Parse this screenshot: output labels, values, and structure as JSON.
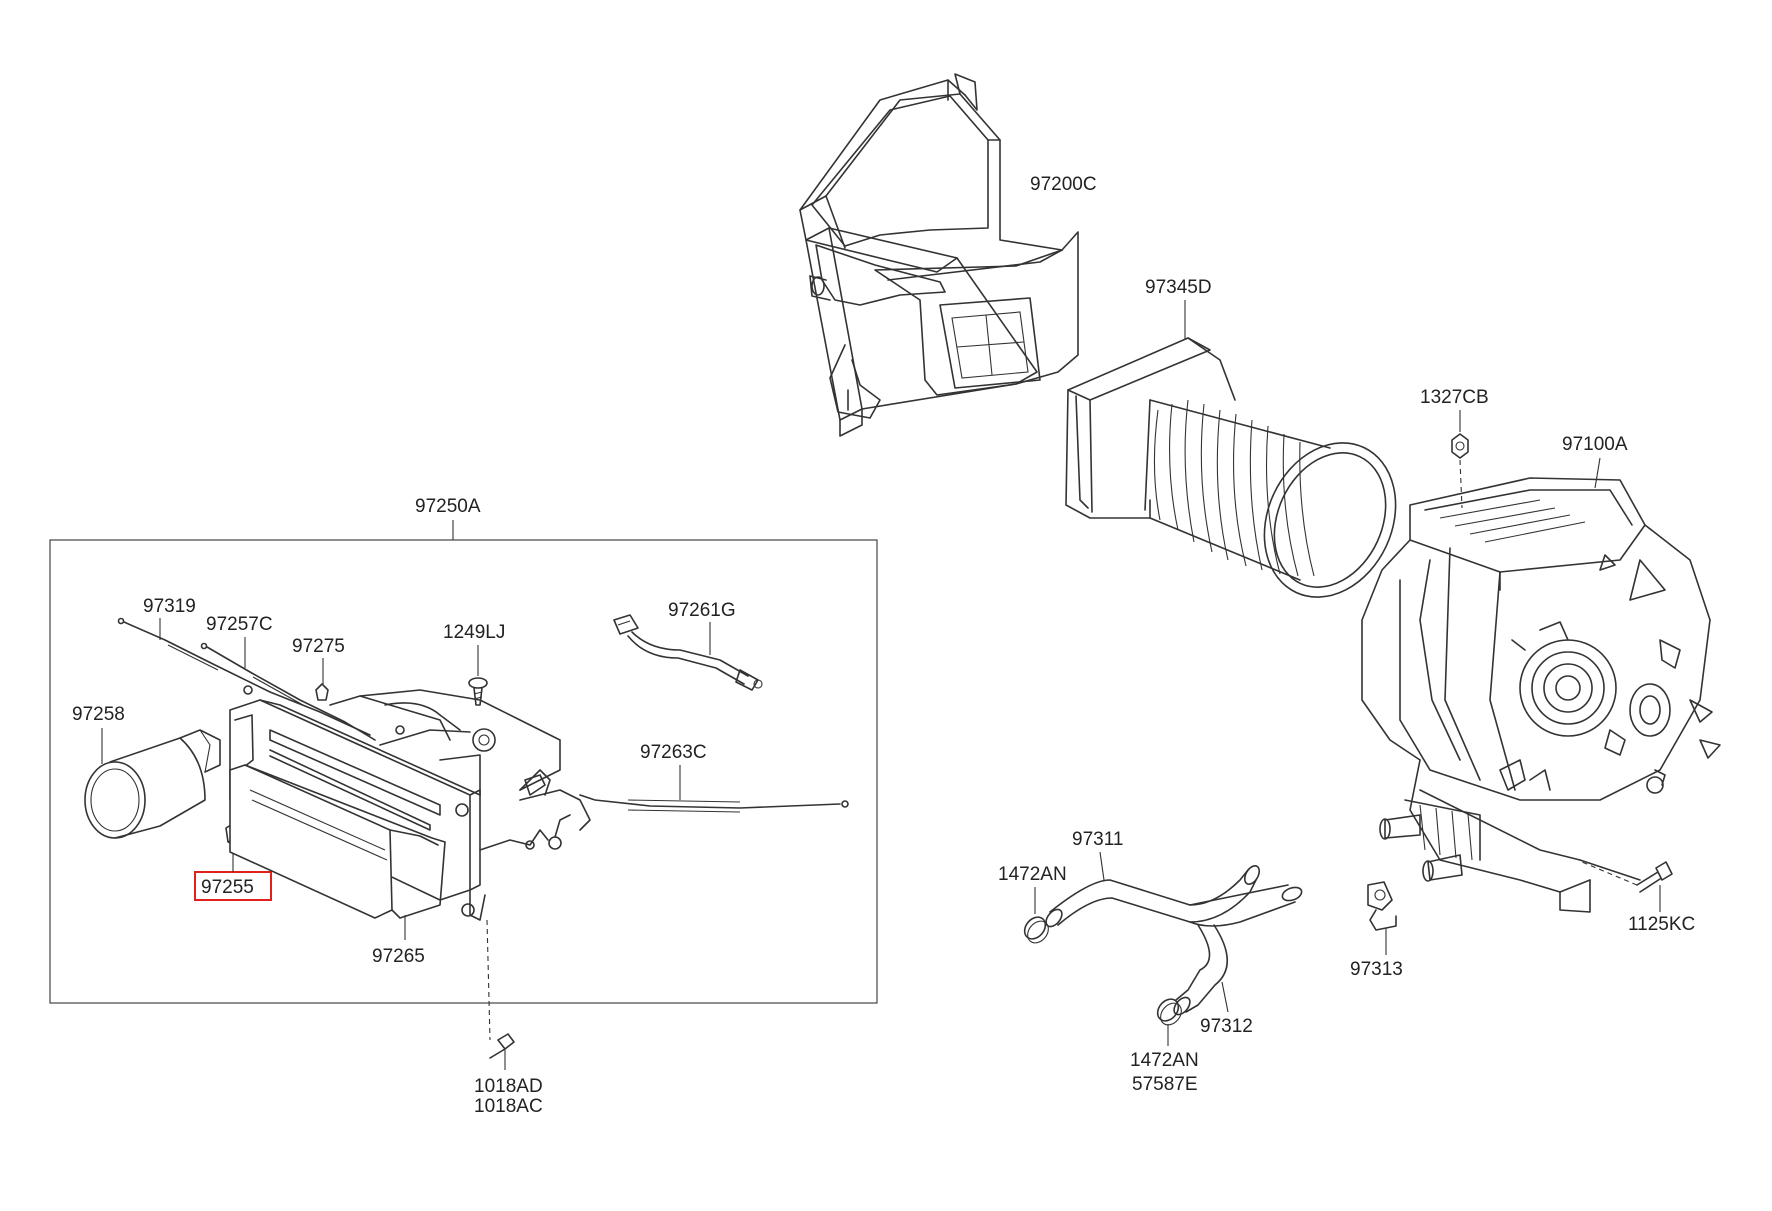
{
  "colors": {
    "highlight": "#e0201b",
    "line": "#333333",
    "text": "#222222"
  },
  "labels": {
    "p97200C": "97200C",
    "p97345D": "97345D",
    "p1327CB": "1327CB",
    "p97100A": "97100A",
    "p97250A": "97250A",
    "p97319": "97319",
    "p97257C": "97257C",
    "p97275": "97275",
    "p1249LJ": "1249LJ",
    "p97261G": "97261G",
    "p97258": "97258",
    "p97263C": "97263C",
    "p97255": "97255",
    "p97265": "97265",
    "p1018AD": "1018AD",
    "p1018AC": "1018AC",
    "p97311": "97311",
    "p1472AN_a": "1472AN",
    "p97313": "97313",
    "p1125KC": "1125KC",
    "p97312": "97312",
    "p1472AN_b": "1472AN",
    "p57587E": "57587E"
  },
  "highlighted_part": "97255"
}
